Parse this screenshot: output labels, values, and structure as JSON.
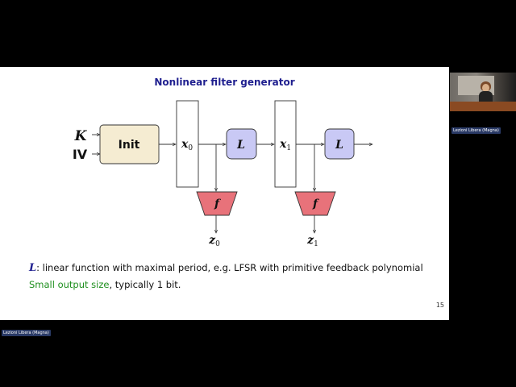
{
  "slide": {
    "title": "Nonlinear filter generator",
    "inputs": {
      "key": "K",
      "iv": "IV"
    },
    "init_label": "Init",
    "registers": [
      "x",
      "x"
    ],
    "register_subscripts": [
      "0",
      "1"
    ],
    "linear_label": "L",
    "filter_label": "f",
    "outputs": [
      "z",
      "z"
    ],
    "output_subscripts": [
      "0",
      "1"
    ],
    "bullet1": {
      "symbol": "L",
      "text": ": linear function with maximal period, e.g. LFSR with primitive feedback polynomial"
    },
    "bullet2": {
      "green_text": "Small output size",
      "rest_text": ", typically 1 bit."
    },
    "page_number": "15"
  },
  "participant_tags": [
    "Lezioni Libera (Magna)",
    "Lezioni Libera (Magna)"
  ],
  "colors": {
    "background": "#000000",
    "slide_bg": "#ffffff",
    "title": "#1f1f8f",
    "init_fill": "#f5ecd2",
    "linear_fill": "#c9c9f5",
    "filter_fill": "#e8727a",
    "highlight_green": "#1f8f1f"
  }
}
